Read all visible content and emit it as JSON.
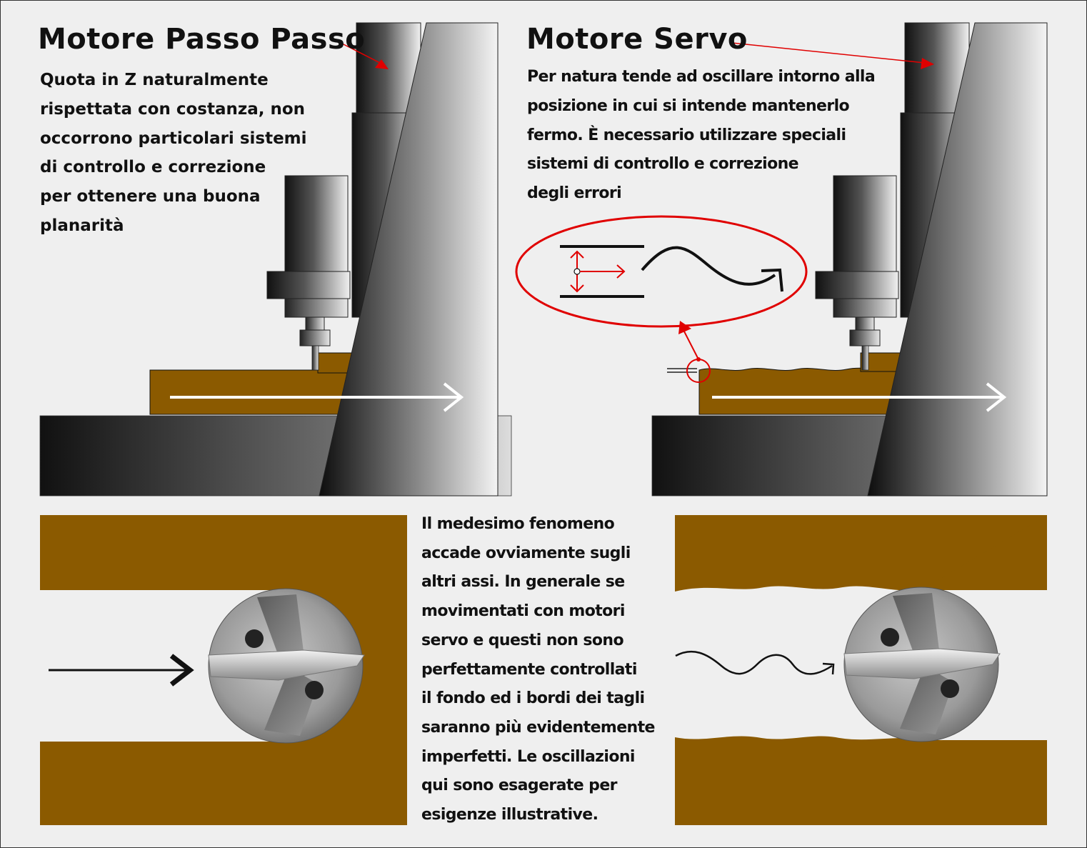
{
  "stepper": {
    "title": "Motore Passo Passo",
    "description": "Quota in Z naturalmente\nrispettata con costanza, non\noccorrono particolari sistemi\ndi controllo e correzione\nper ottenere una buona\nplanarità"
  },
  "servo": {
    "title": "Motore Servo",
    "description": "Per natura tende ad oscillare intorno alla\nposizione in cui si intende mantenerlo\nfermo. È necessario utilizzare speciali\nsistemi di controllo e correzione\ndegli errori"
  },
  "bottom": {
    "description": "Il medesimo fenomeno\naccade ovviamente sugli\naltri assi. In generale se\nmovimentati con motori\nservo e questi non sono\nperfettamente controllati\nil fondo ed i bordi dei tagli\nsaranno più evidentemente\nimperfetti. Le oscillazioni\nqui sono esagerate per\nesigenze illustrative."
  },
  "colors": {
    "background": "#efefef",
    "wood": "#8b5a00",
    "annotation_red": "#e00000",
    "text": "#111111"
  }
}
